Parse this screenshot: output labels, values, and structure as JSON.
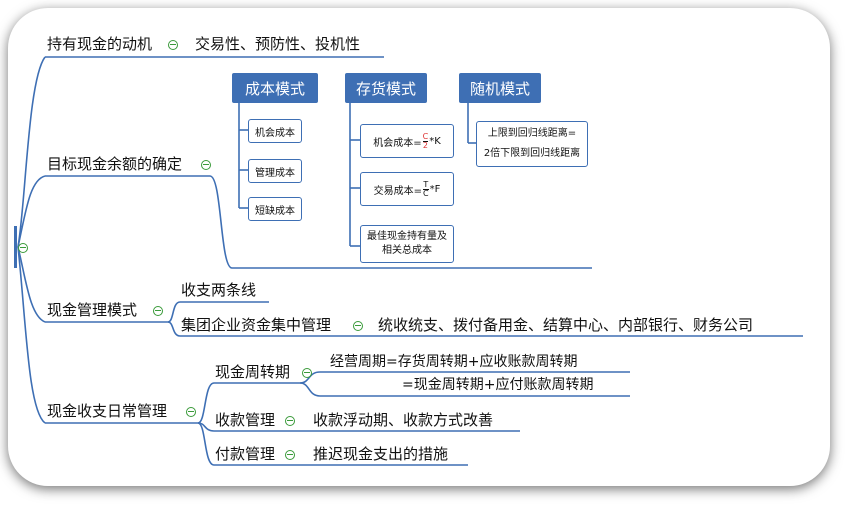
{
  "branches": {
    "motive": {
      "label": "持有现金的动机",
      "detail": "交易性、预防性、投机性"
    },
    "target": {
      "label": "目标现金余额的确定",
      "modes": [
        "成本模式",
        "存货模式",
        "随机模式"
      ],
      "cost_items": [
        "机会成本",
        "管理成本",
        "短缺成本"
      ],
      "inventory_items": {
        "opportunity": {
          "prefix": "机会成本=",
          "num": "C",
          "den": "2",
          "suffix": "*K"
        },
        "transaction": {
          "prefix": "交易成本=",
          "num": "T",
          "den": "C",
          "suffix": "*F"
        },
        "best_line1": "最佳现金持有量及",
        "best_line2": "相关总成本"
      },
      "random_items": {
        "line1": "上限到回归线距离=",
        "line2": "2倍下限到回归线距离"
      }
    },
    "management": {
      "label": "现金管理模式",
      "sub1": "收支两条线",
      "sub2": "集团企业资金集中管理",
      "sub2_detail": "统收统支、拨付备用金、结算中心、内部银行、财务公司"
    },
    "daily": {
      "label": "现金收支日常管理",
      "cycle": {
        "label": "现金周转期",
        "line1": "经营周期=存货周转期+应收账款周转期",
        "line2": "=现金周转期+应付账款周转期"
      },
      "collection": {
        "label": "收款管理",
        "detail": "收款浮动期、收款方式改善"
      },
      "payment": {
        "label": "付款管理",
        "detail": "推迟现金支出的措施"
      }
    }
  },
  "colors": {
    "line": "#3e6fb4",
    "toggle": "#3a9a3a",
    "accent": "#d33"
  }
}
